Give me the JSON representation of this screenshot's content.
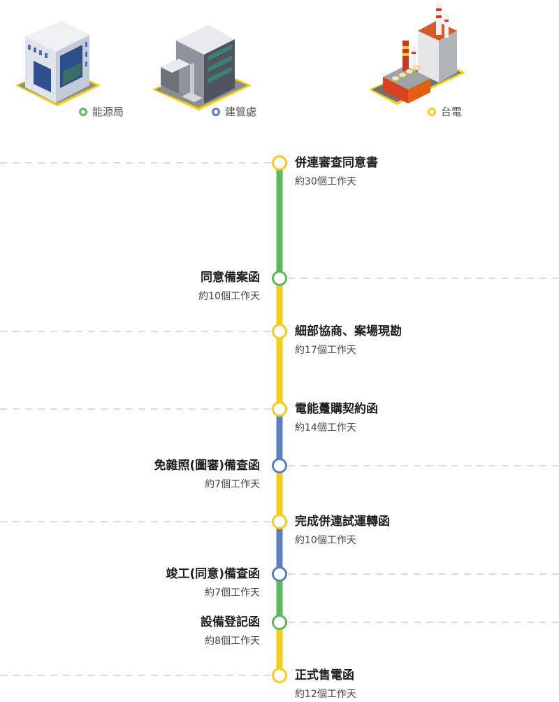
{
  "legend": [
    {
      "label": "能源局",
      "color": "#5cb85c",
      "icon": "building-office-icon"
    },
    {
      "label": "建管處",
      "color": "#5b7fbf",
      "icon": "building-office-gray-icon"
    },
    {
      "label": "台電",
      "color": "#f5cc1a",
      "icon": "power-plant-icon"
    }
  ],
  "colors": {
    "yellow": "#f5cc1a",
    "green": "#5cb85c",
    "blue": "#5b7fbf",
    "dash": "#c8c8c8"
  },
  "steps": [
    {
      "title": "併連審查同意書",
      "duration": "約30個工作天",
      "agency": "台電",
      "color": "yellow",
      "side": "right",
      "dash": "left"
    },
    {
      "title": "同意備案函",
      "duration": "約10個工作天",
      "agency": "能源局",
      "color": "green",
      "side": "left",
      "dash": "right"
    },
    {
      "title": "細部協商、案場現勘",
      "duration": "約17個工作天",
      "agency": "台電",
      "color": "yellow",
      "side": "right",
      "dash": "left"
    },
    {
      "title": "電能躉購契約函",
      "duration": "約14個工作天",
      "agency": "台電",
      "color": "yellow",
      "side": "right",
      "dash": "left"
    },
    {
      "title": "免雜照(圖審)備查函",
      "duration": "約7個工作天",
      "agency": "建管處",
      "color": "blue",
      "side": "left",
      "dash": "right"
    },
    {
      "title": "完成併連試運轉函",
      "duration": "約10個工作天",
      "agency": "台電",
      "color": "yellow",
      "side": "right",
      "dash": "left"
    },
    {
      "title": "竣工(同意)備查函",
      "duration": "約7個工作天",
      "agency": "建管處",
      "color": "blue",
      "side": "left",
      "dash": "right"
    },
    {
      "title": "設備登記函",
      "duration": "約8個工作天",
      "agency": "能源局",
      "color": "green",
      "side": "left",
      "dash": "right"
    },
    {
      "title": "正式售電函",
      "duration": "約12個工作天",
      "agency": "台電",
      "color": "yellow",
      "side": "right",
      "dash": "left"
    }
  ]
}
